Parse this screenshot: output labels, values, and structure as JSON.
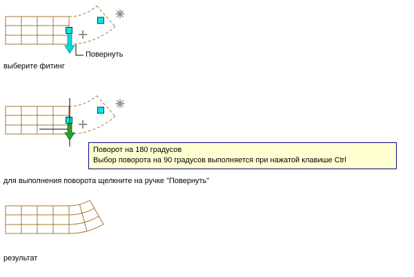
{
  "colors": {
    "line_brown": "#a5742f",
    "grip_cyan": "#00e8e8",
    "arrow_cyan": "#00dcdc",
    "arrow_green": "#27a22f",
    "marker_gray": "#8c8c8c",
    "tooltip_bg": "#ffffd2",
    "tooltip_border": "#000080"
  },
  "step1": {
    "rotate_label": "Повернуть",
    "caption": "выберите фитинг"
  },
  "step2": {
    "tooltip_line1": "Поворот на 180 градусов",
    "tooltip_line2": "Выбор поворота на 90 градусов выполняется при нажатой клавише Ctrl",
    "caption": "для выполнения поворота щелкните на ручке \"Повернуть\""
  },
  "step3": {
    "caption": "результат"
  }
}
